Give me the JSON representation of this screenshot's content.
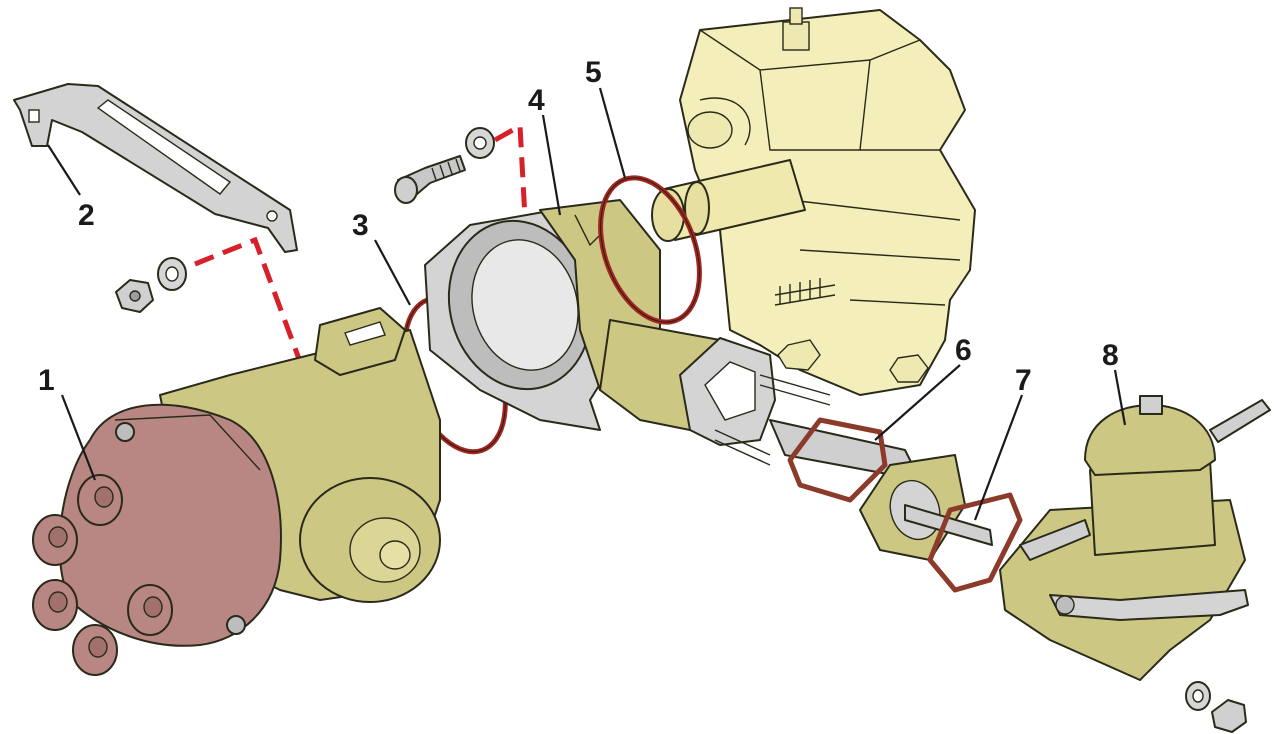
{
  "callouts": [
    {
      "id": "1",
      "text": "1"
    },
    {
      "id": "2",
      "text": "2"
    },
    {
      "id": "3",
      "text": "3"
    },
    {
      "id": "4",
      "text": "4"
    },
    {
      "id": "5",
      "text": "5"
    },
    {
      "id": "6",
      "text": "6"
    },
    {
      "id": "7",
      "text": "7"
    },
    {
      "id": "8",
      "text": "8"
    }
  ],
  "colors": {
    "housing": "#cdc784",
    "cap": "#b98783",
    "engine_block": "#f4efba",
    "steel": "#cfcfcf",
    "gasket": "#8c3a2a",
    "seal_ring": "#a0281e",
    "assembly_path": "#d8202a"
  },
  "icons": {
    "distributor": "distributor-icon",
    "bracket": "bracket-icon",
    "seal_ring": "o-ring-icon",
    "drive_housing": "drive-housing-icon",
    "engine": "engine-block-icon",
    "fuel_pump": "fuel-pump-icon"
  }
}
